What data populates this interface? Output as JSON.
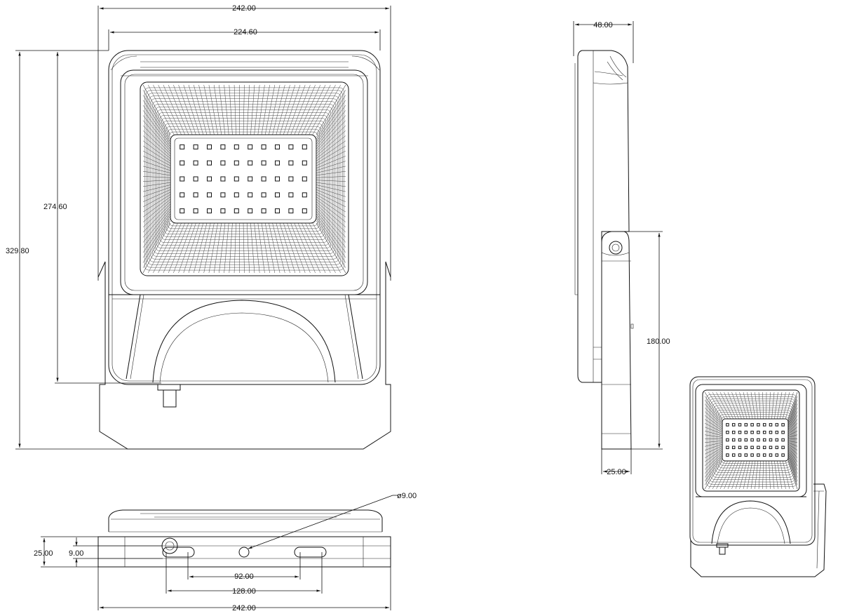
{
  "dimensions": {
    "front_total_width": "242.00",
    "front_housing_width": "224.60",
    "front_housing_height": "274.60",
    "front_total_height": "329.80",
    "side_depth": "48.00",
    "side_bracket_height": "180.00",
    "side_bracket_depth": "25.00",
    "bottom_hole_diameter": "ø9.00",
    "bottom_bracket_height": "25.00",
    "bottom_slot_height": "9.00",
    "bottom_inner_slot_spacing": "92.00",
    "bottom_outer_slot_spacing": "128.00",
    "bottom_total_width": "242.00"
  },
  "led_grid": {
    "rows": 5,
    "cols": 10
  },
  "colors": {
    "line": "#111111",
    "background": "#ffffff"
  }
}
